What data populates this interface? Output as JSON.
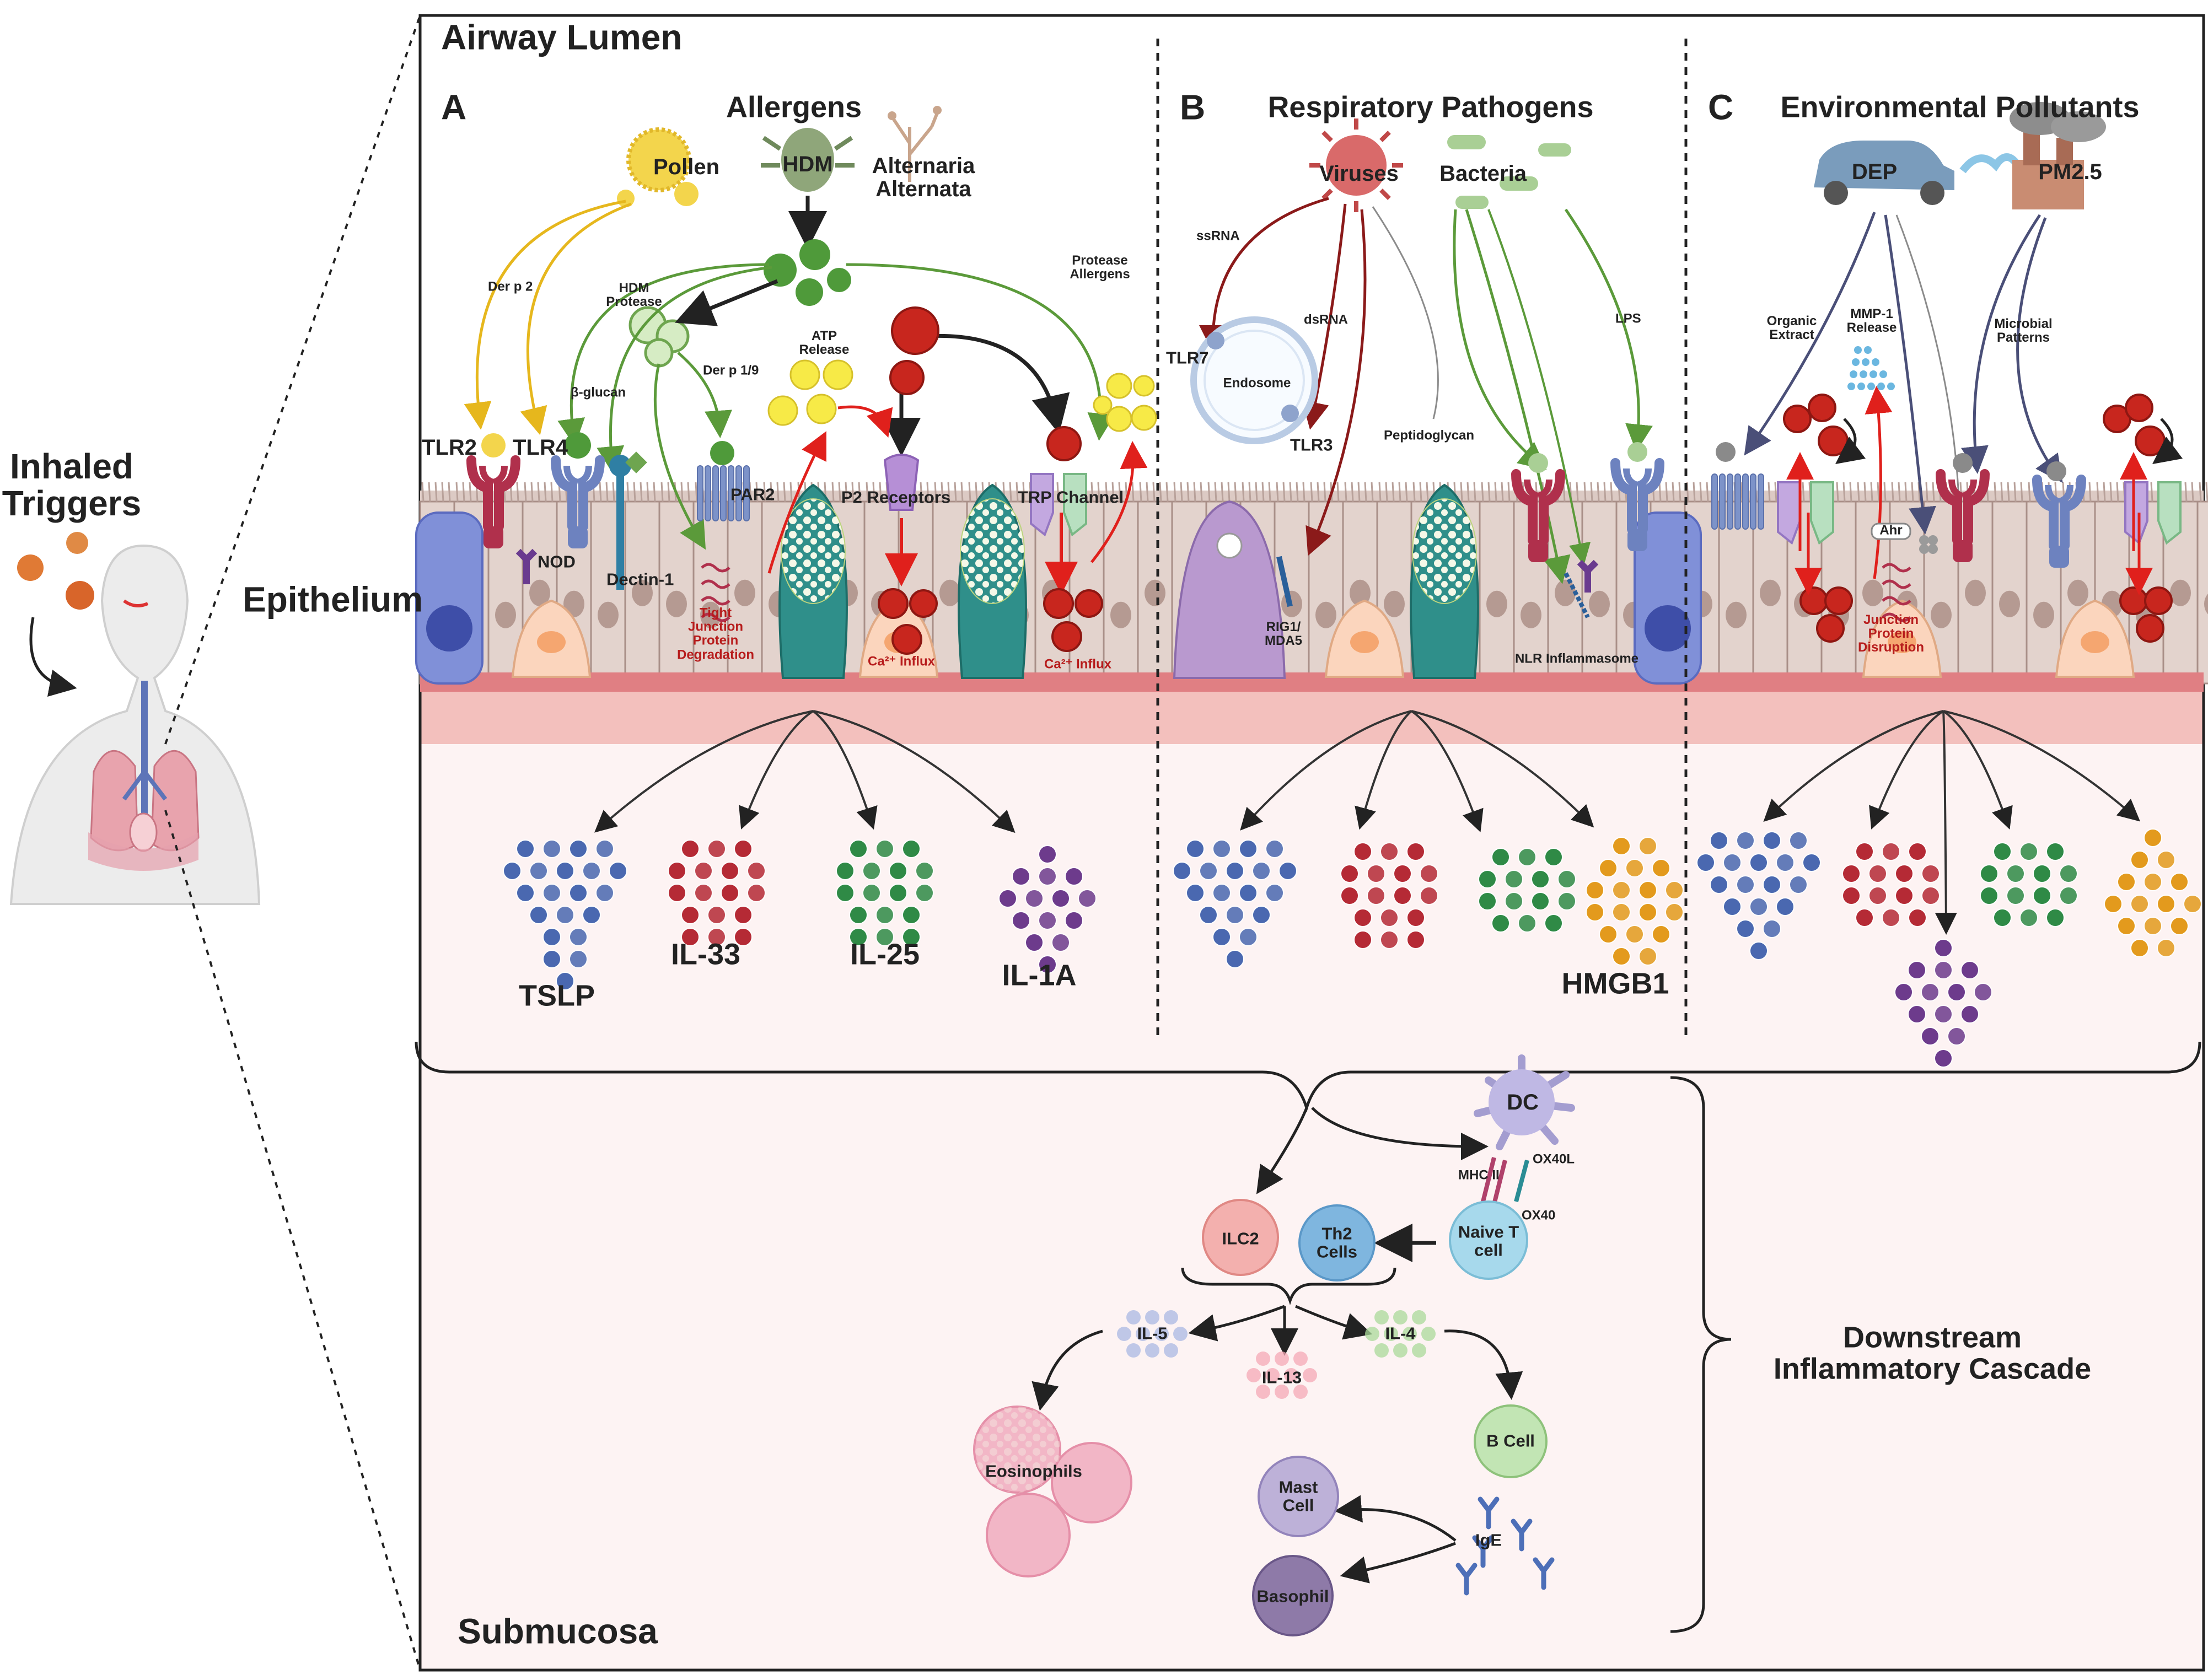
{
  "regions": {
    "airway_lumen": "Airway Lumen",
    "epithelium": "Epithelium",
    "submucosa": "Submucosa",
    "inhaled_triggers": "Inhaled Triggers"
  },
  "panels": {
    "a": {
      "letter": "A",
      "title": "Allergens"
    },
    "b": {
      "letter": "B",
      "title": "Respiratory Pathogens"
    },
    "c": {
      "letter": "C",
      "title": "Environmental Pollutants"
    }
  },
  "allergens": {
    "pollen": "Pollen",
    "hdm": "HDM",
    "alternaria": "Alternaria Alternata",
    "der_p2": "Der p 2",
    "hdm_protease": "HDM Protease",
    "der_p19": "Der p 1/9",
    "beta_glucan": "β-glucan",
    "atp_release": "ATP Release",
    "atp": "ATP",
    "ca": "Ca²⁺",
    "protease_allergens": "Protease Allergens"
  },
  "receptors": {
    "tlr2": "TLR2",
    "tlr4": "TLR4",
    "nod": "NOD",
    "dectin1": "Dectin-1",
    "par2": "PAR2",
    "tight_junction": "Tight Junction Protein Degradation",
    "p2": "P2 Receptors",
    "trp": "TRP Channel",
    "ca_influx_1": "Ca²⁺ Influx",
    "ca_influx_2": "Ca²⁺ Influx"
  },
  "pathogens": {
    "viruses": "Viruses",
    "bacteria": "Bacteria",
    "ssrna": "ssRNA",
    "dsrna": "dsRNA",
    "lps": "LPS",
    "tlr7": "TLR7",
    "endosome": "Endosome",
    "tlr3": "TLR3",
    "peptidoglycan": "Peptidoglycan",
    "rig1": "RIG1/ MDA5",
    "nlr": "NLR Inflammasome"
  },
  "pollutants": {
    "dep": "DEP",
    "pm25": "PM2.5",
    "organic_extract": "Organic Extract",
    "mmp1": "MMP-1 Release",
    "microbial": "Microbial Patterns",
    "ahr": "Ahr",
    "junction_disruption": "Junction Protein Disruption"
  },
  "cytokines": {
    "tslp": "TSLP",
    "il33": "IL-33",
    "il25": "IL-25",
    "il1a": "IL-1A",
    "hmgb1": "HMGB1"
  },
  "cascade": {
    "dc": "DC",
    "mhc2": "MHC II",
    "ox40l": "OX40L",
    "ox40": "OX40",
    "naive": "Naive T cell",
    "ilc2": "ILC2",
    "th2": "Th2 Cells",
    "il5": "IL-5",
    "il13": "IL-13",
    "il4": "IL-4",
    "bcell": "B Cell",
    "eosinophils": "Eosinophils",
    "mast": "Mast Cell",
    "ige": "IgE",
    "basophil": "Basophil",
    "downstream": "Downstream Inflammatory Cascade"
  },
  "colors": {
    "tslp": "#4a68b0",
    "il33": "#b52a35",
    "il25": "#2f8a46",
    "il1a": "#6d3b8c",
    "hmgb1": "#e39a1d",
    "frame": "#222222",
    "arrow_red": "#e0201c",
    "arrow_green": "#5b9a3a",
    "arrow_yellow": "#e6b71d",
    "arrow_darkred": "#8b1a1a",
    "arrow_navy": "#4a4f78"
  }
}
